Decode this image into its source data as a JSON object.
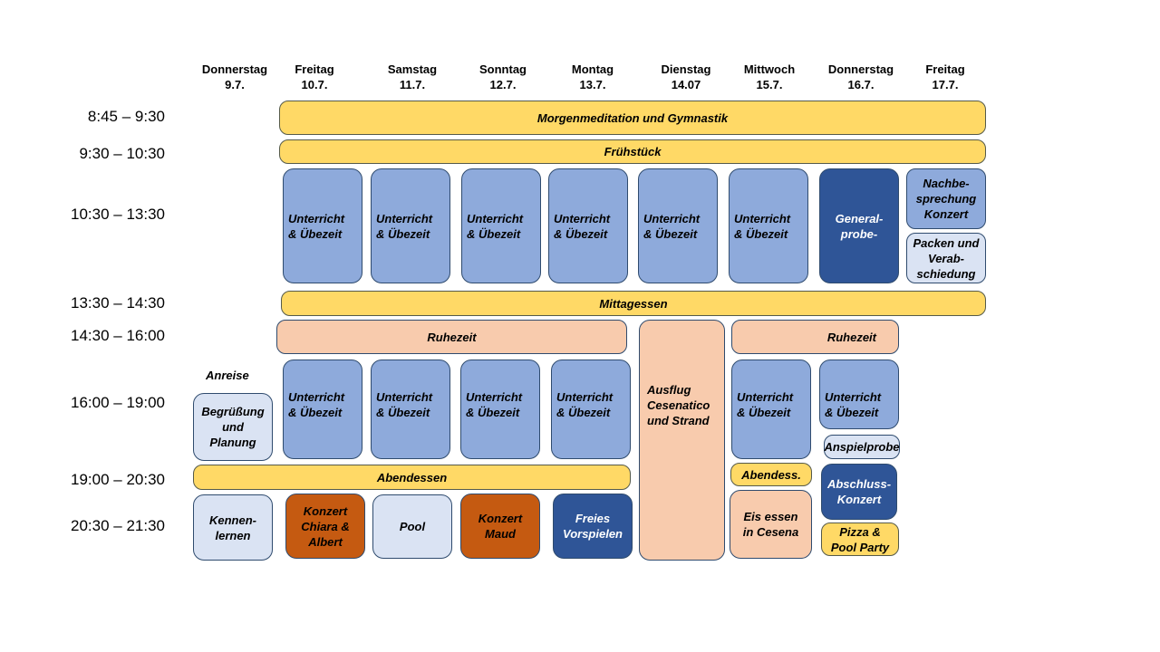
{
  "days": [
    {
      "name": "Donnerstag",
      "date": "9.7."
    },
    {
      "name": "Freitag",
      "date": "10.7."
    },
    {
      "name": "Samstag",
      "date": "11.7."
    },
    {
      "name": "Sonntag",
      "date": "12.7."
    },
    {
      "name": "Montag",
      "date": "13.7."
    },
    {
      "name": "Dienstag",
      "date": "14.07"
    },
    {
      "name": "Mittwoch",
      "date": "15.7."
    },
    {
      "name": "Donnerstag",
      "date": "16.7."
    },
    {
      "name": "Freitag",
      "date": "17.7."
    }
  ],
  "times": [
    "8:45 –  9:30",
    "9:30 – 10:30",
    "10:30 – 13:30",
    "13:30 – 14:30",
    "14:30 – 16:00",
    "16:00 – 19:00",
    "19:00 – 20:30",
    "20:30 – 21:30"
  ],
  "colors": {
    "meal": "#ffd966",
    "lesson": "#8eaadb",
    "light": "#dae3f3",
    "highlight": "#2f5597",
    "rest": "#f8cbad",
    "concert": "#c55a11"
  },
  "events": {
    "morning": "Morgenmeditation und Gymnastik",
    "breakfast": "Frühstück",
    "lesson": "Unterricht\n& Übezeit",
    "general_rehearsal": "General-\nprobe-",
    "debrief": "Nachbe-\nsprechung\nKonzert",
    "packing": "Packen und\nVerab-\nschiedung",
    "lunch": "Mittagessen",
    "rest": "Ruhezeit",
    "arrival": "Anreise",
    "welcome": "Begrüßung\nund\nPlanung",
    "excursion": "Ausflug\nCesenatico\nund Strand",
    "soundcheck": "Anspielprobe",
    "dinner": "Abendessen",
    "dinner_short": "Abendess.",
    "final_concert": "Abschluss-\nKonzert",
    "meet": "Kennen-\nlernen",
    "concert_ca": "Konzert\nChiara &\nAlbert",
    "pool": "Pool",
    "concert_maud": "Konzert\nMaud",
    "free_play": "Freies\nVorspielen",
    "icecream": "Eis essen\nin Cesena",
    "pizza": "Pizza &\nPool Party"
  }
}
